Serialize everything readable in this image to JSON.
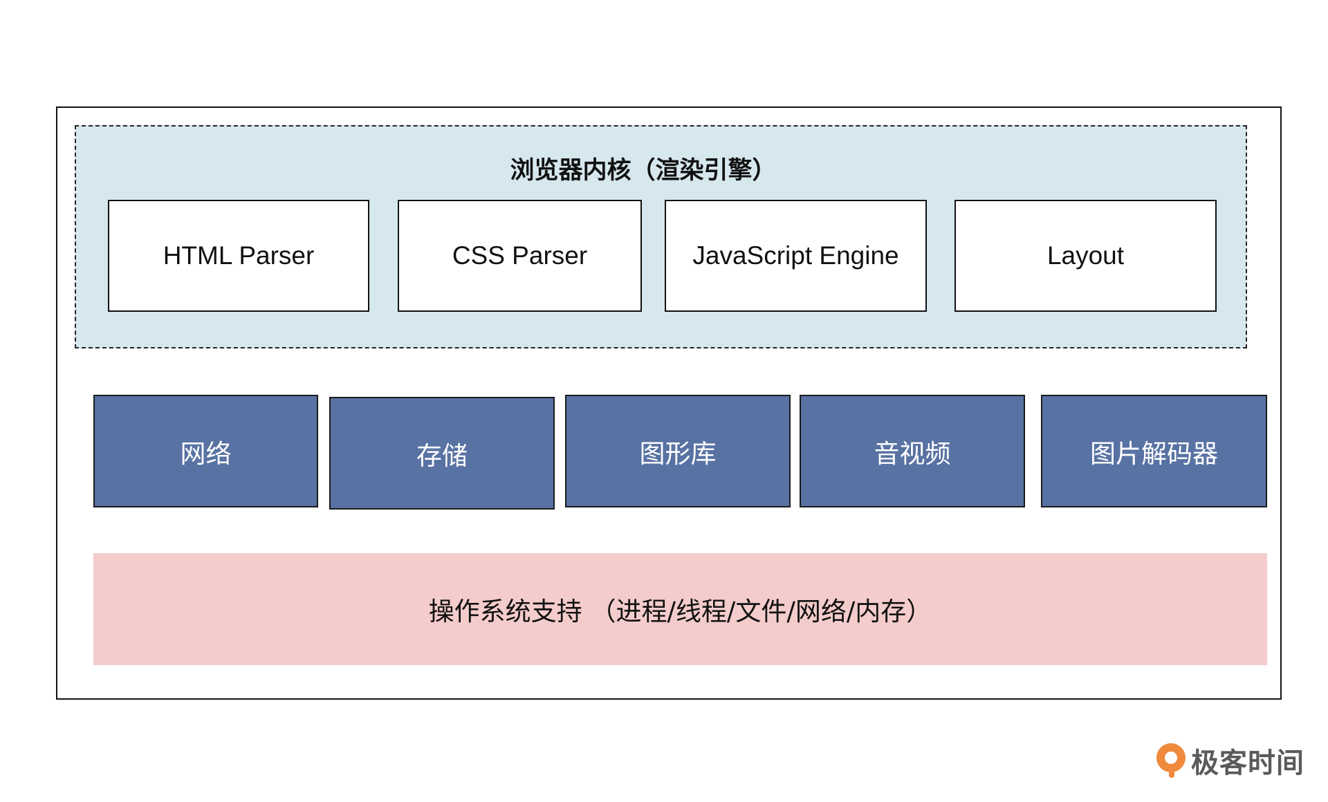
{
  "kernel": {
    "title": "浏览器内核（渲染引擎）",
    "components": [
      "HTML Parser",
      "CSS Parser",
      "JavaScript Engine",
      "Layout"
    ]
  },
  "modules": [
    "网络",
    "存储",
    "图形库",
    "音视频",
    "图片解码器"
  ],
  "os_support": {
    "label": "操作系统支持 （进程/线程/文件/网络/内存）"
  },
  "brand": {
    "name": "极客时间"
  },
  "colors": {
    "kernel_background": "#d6e7ee",
    "module_fill": "#5872a3",
    "os_background": "#f3cccb",
    "logo_orange": "#f08a3c"
  }
}
